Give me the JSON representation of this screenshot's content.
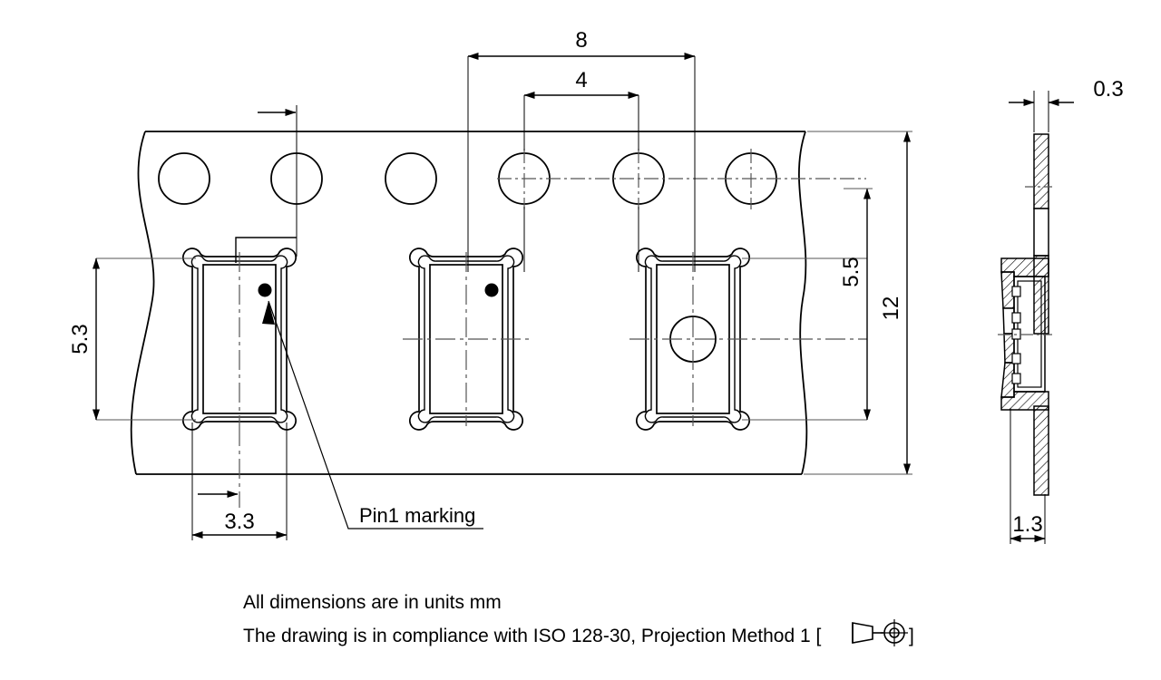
{
  "drawing": {
    "title": "Carrier tape dimensional drawing",
    "units_note": "All dimensions are in units mm",
    "standard_note": "The drawing is in compliance with ISO 128-30, Projection Method 1 [",
    "standard_note_close": "]",
    "projection_symbol_name": "iso-first-angle-projection-symbol"
  },
  "dimensions": {
    "pitch_major": "8",
    "pitch_minor": "4",
    "pocket_height": "5.3",
    "pocket_offset_x": "3.3",
    "sprocket_to_edge": "5.5",
    "tape_width": "12",
    "tape_thickness": "0.3",
    "pocket_depth": "1.3"
  },
  "annotations": {
    "pin1": "Pin1 marking"
  },
  "colors": {
    "line": "#000000",
    "thin_line": "#3c3c3c",
    "background": "#ffffff"
  },
  "views": {
    "top_view_name": "top-view-carrier-tape",
    "section_view_name": "section-view-carrier-tape"
  },
  "features": {
    "sprocket_hole_count": 6,
    "pocket_count": 3,
    "pin1_dot_count": 2,
    "through_hole_count": 1
  }
}
